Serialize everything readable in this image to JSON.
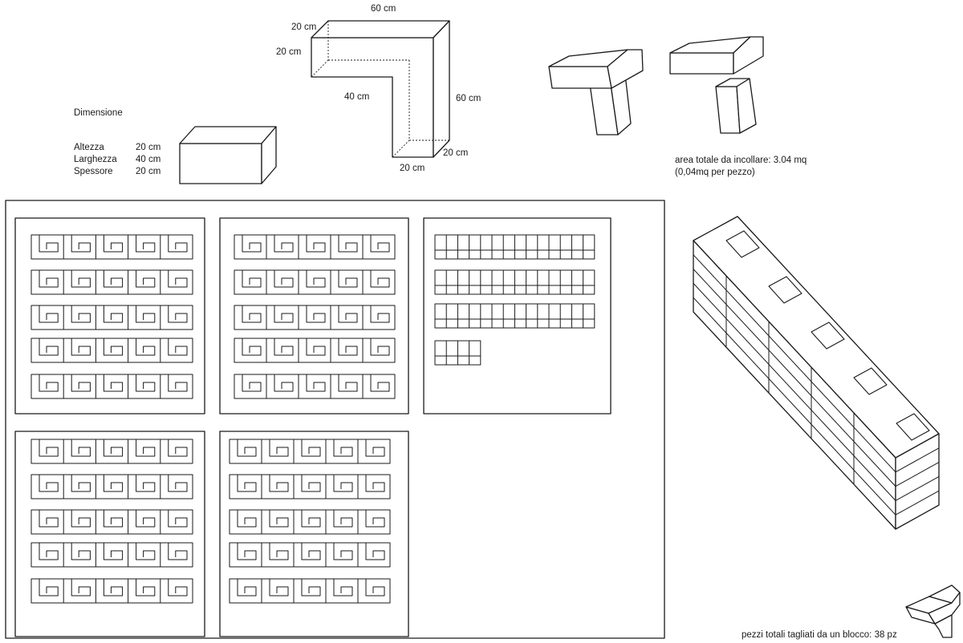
{
  "dimension_block": {
    "title": "Dimensione",
    "rows": [
      {
        "label": "Altezza",
        "value": "20 cm"
      },
      {
        "label": "Larghezza",
        "value": "40 cm"
      },
      {
        "label": "Spessore",
        "value": "20 cm"
      }
    ]
  },
  "l_piece_dims": {
    "top": "60 cm",
    "left_a": "20 cm",
    "left_b": "20 cm",
    "inner": "40 cm",
    "right": "60 cm",
    "bottom_right": "20 cm",
    "bottom": "20 cm"
  },
  "glue_area": {
    "line1": "area totale da incollare: 3.04 mq",
    "line2": "(0,04mq per pezzo)"
  },
  "footer_note": "pezzi totali tagliati da un blocco: 38 pz",
  "cutting_layout": {
    "panels_with_l_shapes": 4,
    "rows_per_panel": 5,
    "pieces_per_row": 5,
    "strip_panel_rows": [
      14,
      14,
      14,
      4
    ]
  },
  "stack_layers": 5
}
